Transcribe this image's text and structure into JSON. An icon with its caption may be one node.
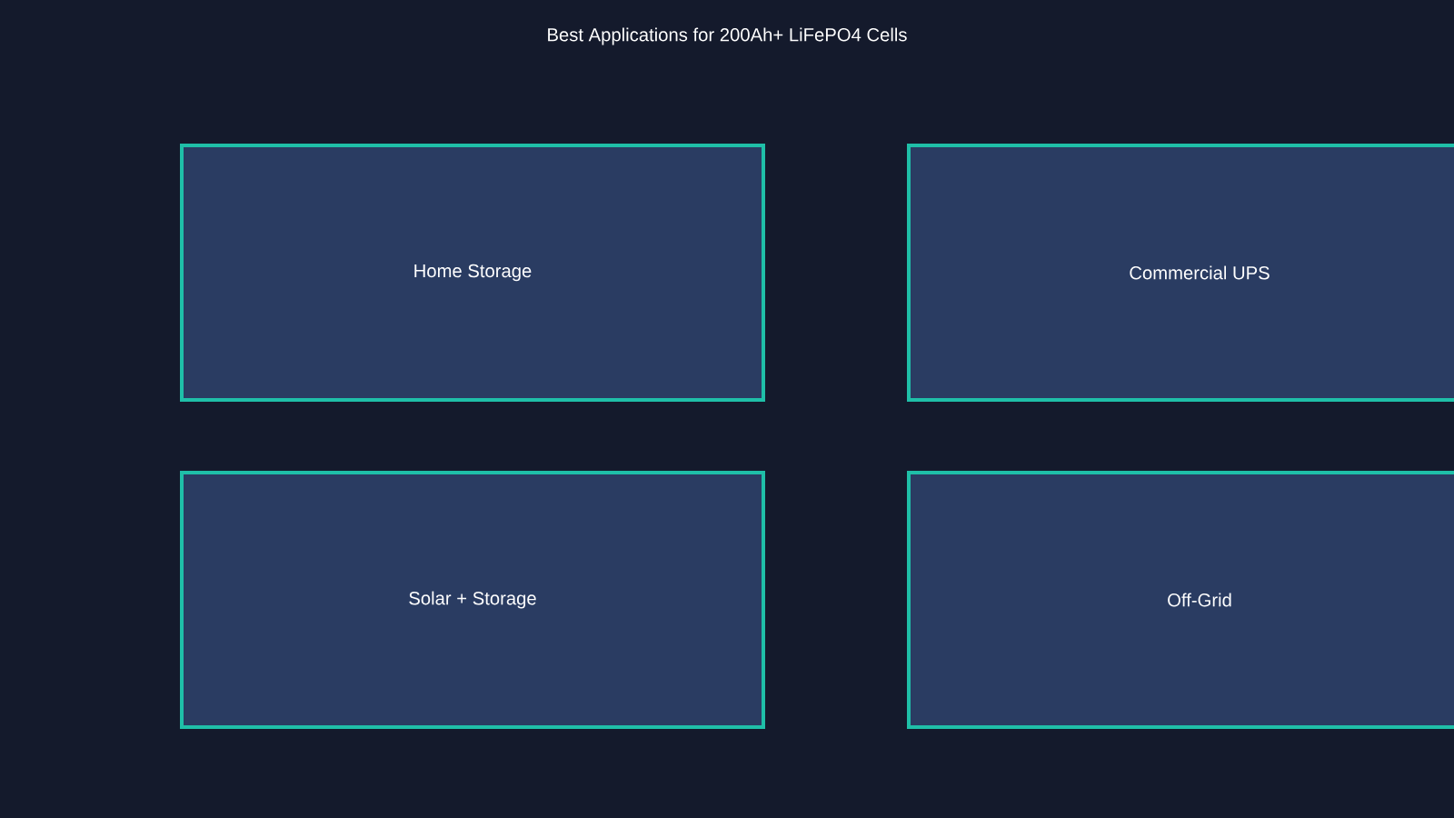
{
  "diagram": {
    "title": "Best Applications for 200Ah+ LiFePO4 Cells",
    "nodes": [
      {
        "text": [
          "Home Storage"
        ]
      },
      {
        "text": [
          "Commercial UPS"
        ]
      },
      {
        "text": [
          "Solar + Storage"
        ]
      },
      {
        "text": [
          "Off-Grid"
        ]
      }
    ]
  }
}
